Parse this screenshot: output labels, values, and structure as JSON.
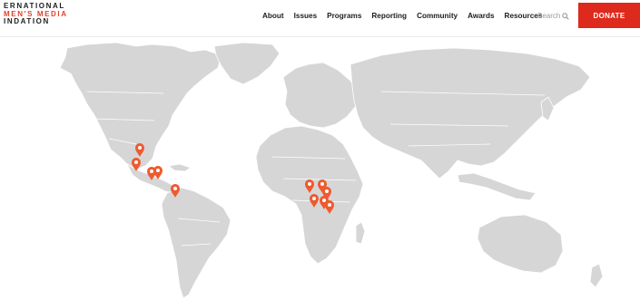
{
  "logo": {
    "line1": "ERNATIONAL",
    "line2": "MEN'S MEDIA",
    "line3": "INDATION"
  },
  "nav": {
    "items": [
      {
        "label": "About"
      },
      {
        "label": "Issues"
      },
      {
        "label": "Programs"
      },
      {
        "label": "Reporting"
      },
      {
        "label": "Community"
      },
      {
        "label": "Awards"
      },
      {
        "label": "Resources"
      }
    ]
  },
  "search": {
    "label": "Search"
  },
  "donate": {
    "label": "DONATE"
  },
  "colors": {
    "accent": "#de2a1c",
    "pin": "#ef5a2f",
    "land": "#d6d6d6"
  },
  "icons": [
    "search-icon",
    "location-pin-icon"
  ]
}
